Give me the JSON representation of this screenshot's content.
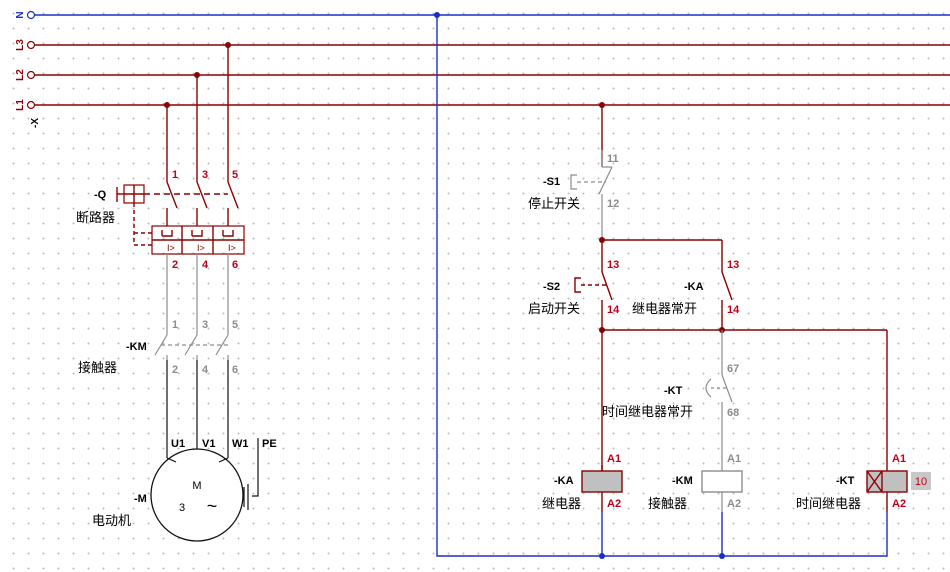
{
  "rails": {
    "n": "N",
    "l3": "L3",
    "l2": "L2",
    "l1": "L1",
    "connector": "-X"
  },
  "breaker": {
    "tag": "-Q",
    "name": "断路器",
    "pins_top": [
      "1",
      "3",
      "5"
    ],
    "pins_bottom": [
      "2",
      "4",
      "6"
    ]
  },
  "contactor_main": {
    "tag": "-KM",
    "name": "接触器",
    "pins_top": [
      "1",
      "3",
      "5"
    ],
    "pins_bottom": [
      "2",
      "4",
      "6"
    ]
  },
  "motor": {
    "tag": "-M",
    "name": "电动机",
    "letter": "M",
    "phase": "3",
    "ac_symbol": "~",
    "terminals": [
      "U1",
      "V1",
      "W1",
      "PE"
    ]
  },
  "stop_switch": {
    "tag": "-S1",
    "name": "停止开关",
    "pin_top": "11",
    "pin_bottom": "12"
  },
  "start_switch": {
    "tag": "-S2",
    "name": "启动开关",
    "pin_top": "13",
    "pin_bottom": "14"
  },
  "relay_no": {
    "tag": "-KA",
    "name": "继电器常开",
    "pin_top": "13",
    "pin_bottom": "14"
  },
  "timer_no": {
    "tag": "-KT",
    "name": "时间继电器常开",
    "pin_top": "67",
    "pin_bottom": "68"
  },
  "coil_ka": {
    "tag": "-KA",
    "name": "继电器",
    "pin_top": "A1",
    "pin_bottom": "A2"
  },
  "coil_km": {
    "tag": "-KM",
    "name": "接触器",
    "pin_top": "A1",
    "pin_bottom": "A2"
  },
  "coil_kt": {
    "tag": "-KT",
    "name": "时间继电器",
    "pin_top": "A1",
    "pin_bottom": "A2",
    "time_value": "10"
  },
  "colors": {
    "rail_n": "#1a2fc8",
    "power": "#8b0000",
    "pin_active": "#c0001a",
    "pin_inactive": "#8c8c8c",
    "coil_energized": "#c0c0c0"
  }
}
